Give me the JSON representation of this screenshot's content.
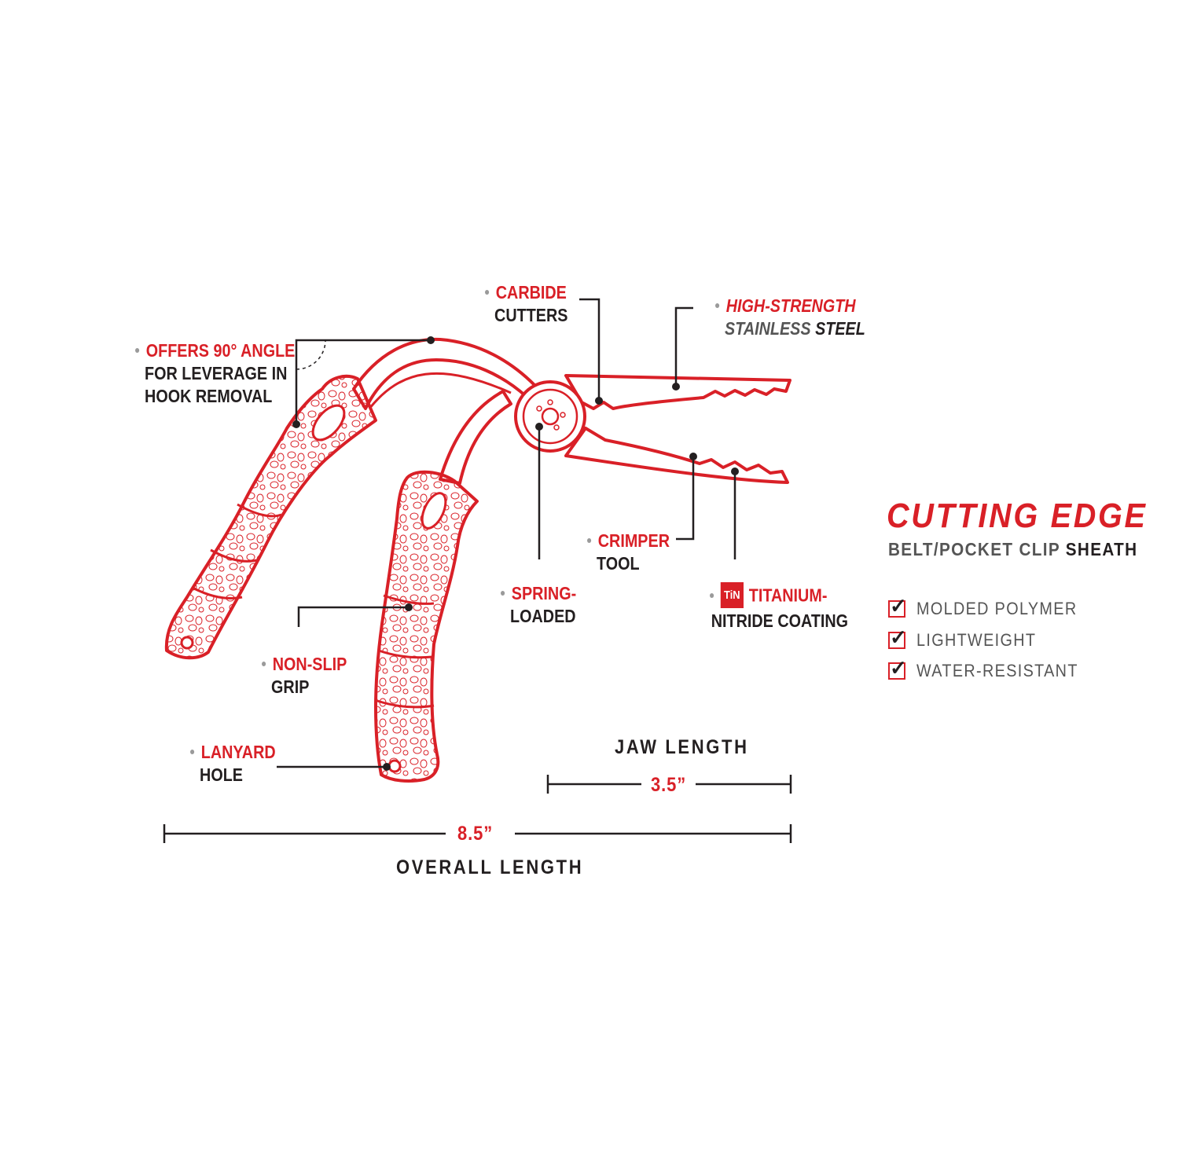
{
  "callouts": {
    "carbide": {
      "line1": "CARBIDE",
      "line2": "CUTTERS"
    },
    "steel": {
      "line1": "HIGH-STRENGTH",
      "line2a": "STAINLESS",
      "line2b": "STEEL"
    },
    "angle": {
      "line1": "OFFERS 90° ANGLE",
      "line2": "FOR LEVERAGE IN",
      "line3": "HOOK REMOVAL"
    },
    "crimper": {
      "line1": "CRIMPER",
      "line2": "TOOL"
    },
    "spring": {
      "line1": "SPRING-",
      "line2": "LOADED"
    },
    "titanium": {
      "badge": "TiN",
      "line1": "TITANIUM-",
      "line2": "NITRIDE COATING"
    },
    "nonslip": {
      "line1": "NON-SLIP",
      "line2": "GRIP"
    },
    "lanyard": {
      "line1": "LANYARD",
      "line2": "HOLE"
    }
  },
  "sheath": {
    "title": "CUTTING EDGE",
    "subtitle_a": "BELT/POCKET CLIP",
    "subtitle_b": "SHEATH",
    "features": [
      "MOLDED POLYMER",
      "LIGHTWEIGHT",
      "WATER-RESISTANT"
    ]
  },
  "dimensions": {
    "jaw_label": "JAW LENGTH",
    "jaw_value": "3.5”",
    "overall_value": "8.5”",
    "overall_label": "OVERALL LENGTH"
  },
  "colors": {
    "accent": "#d92027",
    "text": "#231f20",
    "muted": "#555555"
  },
  "icons": [
    "checkmark-icon",
    "pliers-illustration"
  ]
}
